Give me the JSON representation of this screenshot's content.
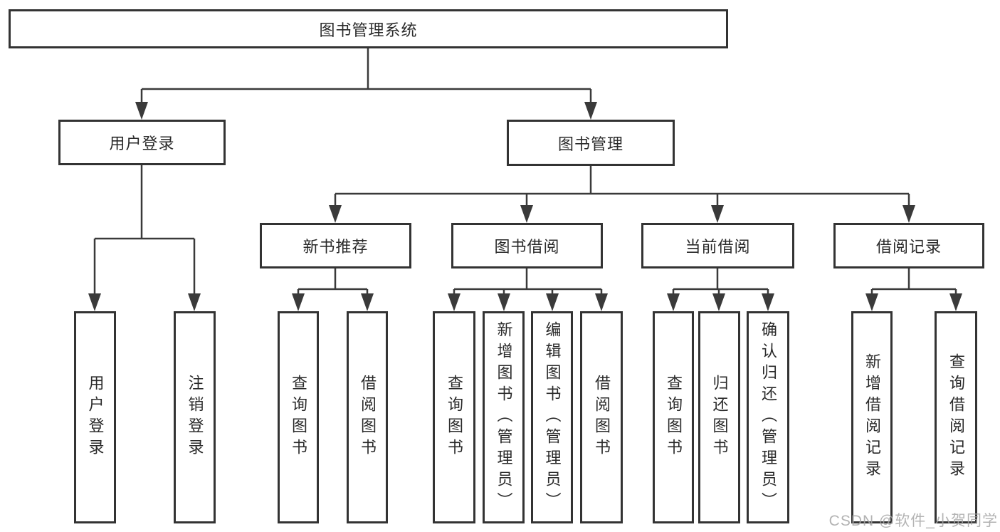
{
  "diagram": {
    "type": "hierarchy-tree",
    "title": "图书管理系统",
    "nodes": {
      "root": {
        "label": "图书管理系统"
      },
      "user_login": {
        "label": "用户登录"
      },
      "book_mgmt": {
        "label": "图书管理"
      },
      "new_book_rec": {
        "label": "新书推荐"
      },
      "book_borrow": {
        "label": "图书借阅"
      },
      "current_borrow": {
        "label": "当前借阅"
      },
      "borrow_record": {
        "label": "借阅记录"
      },
      "leaf_user_login": {
        "label": "用户登录"
      },
      "leaf_logout": {
        "label": "注销登录"
      },
      "leaf_nbr_query": {
        "label": "查询图书"
      },
      "leaf_nbr_borrow": {
        "label": "借阅图书"
      },
      "leaf_bb_query": {
        "label": "查询图书"
      },
      "leaf_bb_add": {
        "label": "新增图书（管理员）"
      },
      "leaf_bb_edit": {
        "label": "编辑图书（管理员）"
      },
      "leaf_bb_borrow": {
        "label": "借阅图书"
      },
      "leaf_cb_query": {
        "label": "查询图书"
      },
      "leaf_cb_return": {
        "label": "归还图书"
      },
      "leaf_cb_confirm": {
        "label": "确认归还（管理员）"
      },
      "leaf_br_add": {
        "label": "新增借阅记录"
      },
      "leaf_br_query": {
        "label": "查询借阅记录"
      }
    },
    "edges": [
      {
        "from": "root",
        "to": [
          "user_login",
          "book_mgmt"
        ]
      },
      {
        "from": "user_login",
        "to": [
          "leaf_user_login",
          "leaf_logout"
        ]
      },
      {
        "from": "book_mgmt",
        "to": [
          "new_book_rec",
          "book_borrow",
          "current_borrow",
          "borrow_record"
        ]
      },
      {
        "from": "new_book_rec",
        "to": [
          "leaf_nbr_query",
          "leaf_nbr_borrow"
        ]
      },
      {
        "from": "book_borrow",
        "to": [
          "leaf_bb_query",
          "leaf_bb_add",
          "leaf_bb_edit",
          "leaf_bb_borrow"
        ]
      },
      {
        "from": "current_borrow",
        "to": [
          "leaf_cb_query",
          "leaf_cb_return",
          "leaf_cb_confirm"
        ]
      },
      {
        "from": "borrow_record",
        "to": [
          "leaf_br_add",
          "leaf_br_query"
        ]
      }
    ],
    "line_color": "#3a3a3a",
    "border_color": "#333333",
    "text_color": "#2a2a2a"
  },
  "watermark": "CSDN @软件_小贺同学"
}
